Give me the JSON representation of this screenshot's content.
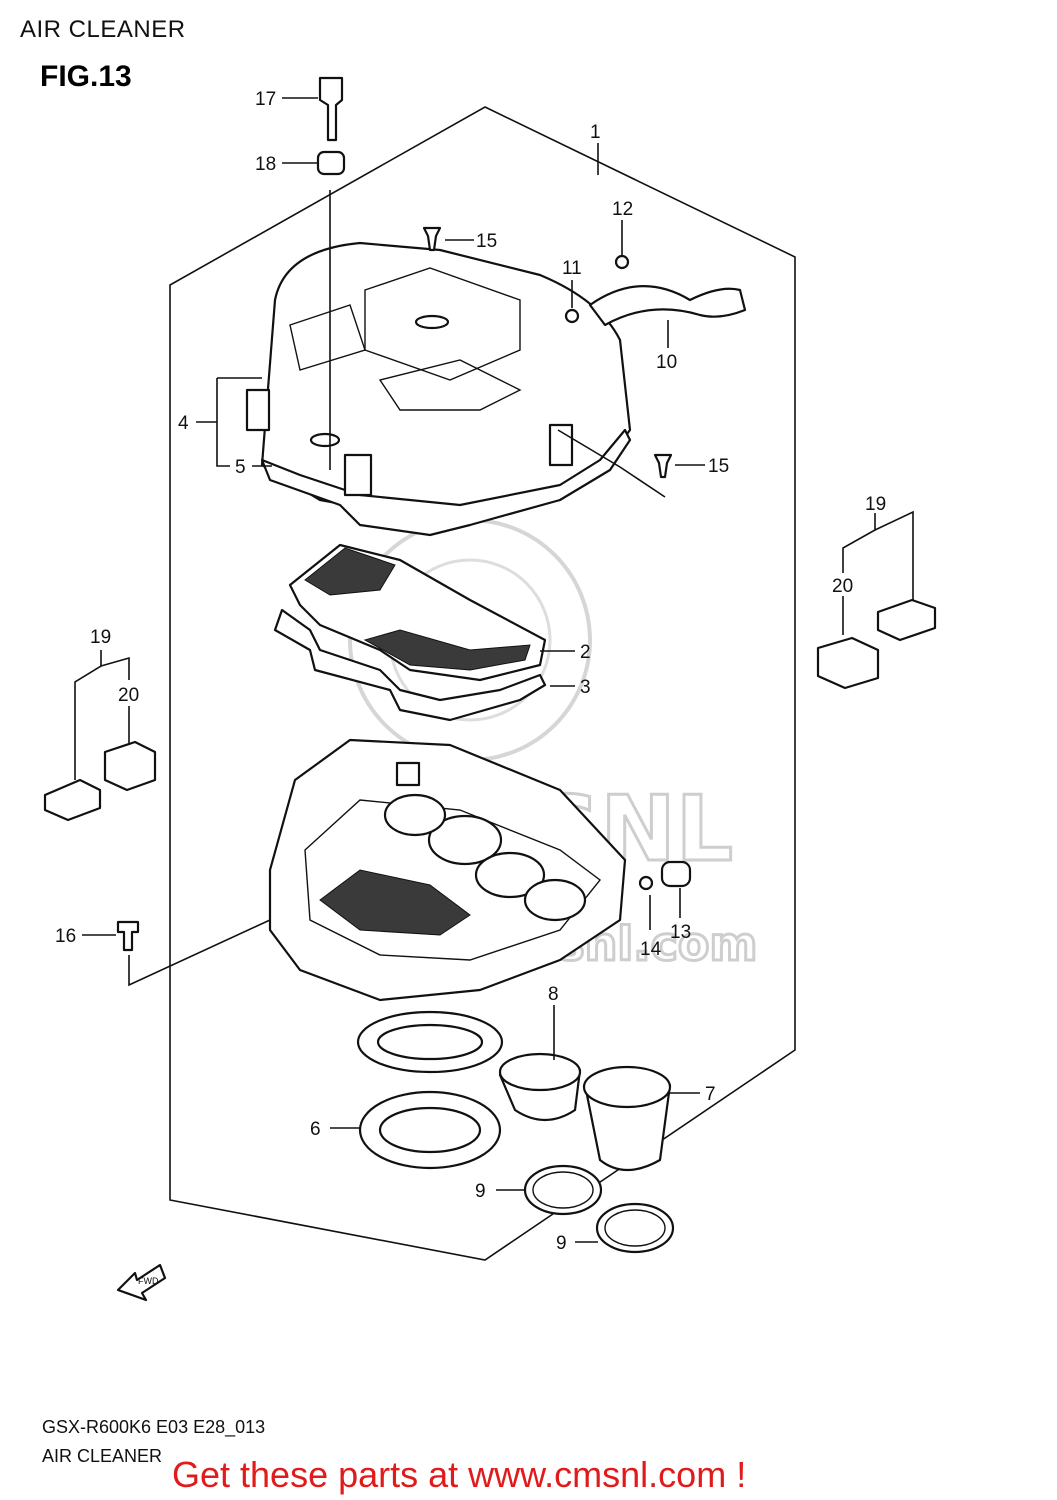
{
  "header": {
    "page_title": "AIR CLEANER",
    "figure_label": "FIG.13"
  },
  "footer": {
    "model_code": "GSX-R600K6 E03 E28_013",
    "title": "AIR CLEANER",
    "promo_text": "Get these parts at www.cmsnl.com !",
    "promo_color": "#e01b1b"
  },
  "watermark": {
    "text": "CMSNL",
    "url": "www.cmsnl.com"
  },
  "fwd_arrow_label": "FWD",
  "callouts": {
    "c1": "1",
    "c2": "2",
    "c3": "3",
    "c4": "4",
    "c5": "5",
    "c6": "6",
    "c7": "7",
    "c8": "8",
    "c9a": "9",
    "c9b": "9",
    "c10": "10",
    "c11": "11",
    "c12": "12",
    "c13": "13",
    "c14": "14",
    "c15a": "15",
    "c15b": "15",
    "c16": "16",
    "c17": "17",
    "c18": "18",
    "c19a": "19",
    "c19b": "19",
    "c20a": "20",
    "c20b": "20"
  }
}
